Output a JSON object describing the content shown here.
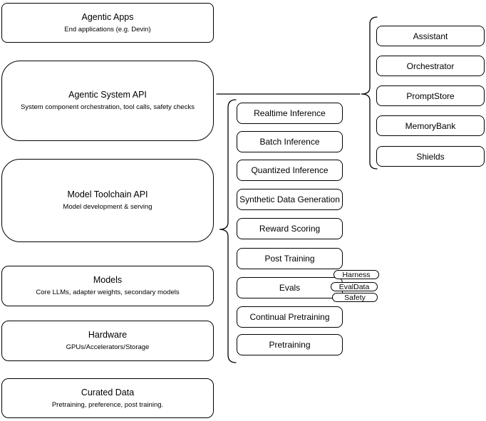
{
  "diagram": {
    "left_stack": [
      {
        "title": "Agentic Apps",
        "subtitle": "End applications (e.g. Devin)"
      },
      {
        "title": "Agentic System API",
        "subtitle": "System component orchestration, tool calls, safety checks"
      },
      {
        "title": "Model Toolchain API",
        "subtitle": "Model development & serving"
      },
      {
        "title": "Models",
        "subtitle": "Core LLMs, adapter weights, secondary models"
      },
      {
        "title": "Hardware",
        "subtitle": "GPUs/Accelerators/Storage"
      },
      {
        "title": "Curated Data",
        "subtitle": "Pretraining, preference, post training."
      }
    ],
    "toolchain_items": [
      "Realtime Inference",
      "Batch Inference",
      "Quantized Inference",
      "Synthetic Data Generation",
      "Reward Scoring",
      "Post Training",
      "Evals",
      "Continual Pretraining",
      "Pretraining"
    ],
    "evals_tags": [
      "Harness",
      "EvalData",
      "Safety"
    ],
    "system_components": [
      "Assistant",
      "Orchestrator",
      "PromptStore",
      "MemoryBank",
      "Shields"
    ],
    "relations": [
      {
        "source": "Agentic System API",
        "target_group": "system_components"
      },
      {
        "source": "Model Toolchain API",
        "target_group": "toolchain_items"
      }
    ],
    "colors": {
      "stroke": "#000000",
      "fill": "#ffffff",
      "text": "#000000"
    }
  }
}
